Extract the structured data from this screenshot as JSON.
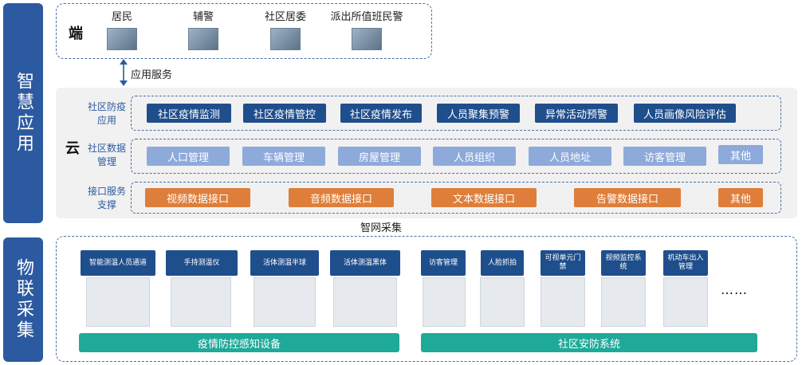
{
  "sections": {
    "smart_app": "智慧应用",
    "iot_collect": "物联采集"
  },
  "terminal": {
    "label": "端",
    "roles": [
      "居民",
      "辅警",
      "社区居委",
      "派出所值班民警"
    ]
  },
  "app_service": "应用服务",
  "cloud": {
    "label": "云",
    "rows": [
      {
        "label": "社区防疫应用",
        "items": [
          "社区疫情监测",
          "社区疫情管控",
          "社区疫情发布",
          "人员聚集预警",
          "异常活动预警",
          "人员画像风险评估"
        ]
      },
      {
        "label": "社区数据管理",
        "items": [
          "人口管理",
          "车辆管理",
          "房屋管理",
          "人员组织",
          "人员地址",
          "访客管理",
          "其他"
        ]
      },
      {
        "label": "接口服务支撑",
        "items": [
          "视频数据接口",
          "音频数据接口",
          "文本数据接口",
          "告警数据接口",
          "其他"
        ]
      }
    ]
  },
  "smart_net": "智网采集",
  "devices": {
    "epidemic": {
      "items": [
        "智能测温人员通道",
        "手持测温仪",
        "活体测温半球",
        "活体测温黑体"
      ],
      "group": "疫情防控感知设备"
    },
    "security": {
      "items": [
        "访客管理",
        "人脸抓拍",
        "可视单元门禁",
        "视频监控系统",
        "机动车出入管理"
      ],
      "group": "社区安防系统",
      "more": "……"
    }
  },
  "colors": {
    "navy": "#2c5aa0",
    "dark_btn": "#1f4e8c",
    "light_btn": "#8eaadb",
    "orange": "#de7e3a",
    "teal": "#1fa999"
  }
}
